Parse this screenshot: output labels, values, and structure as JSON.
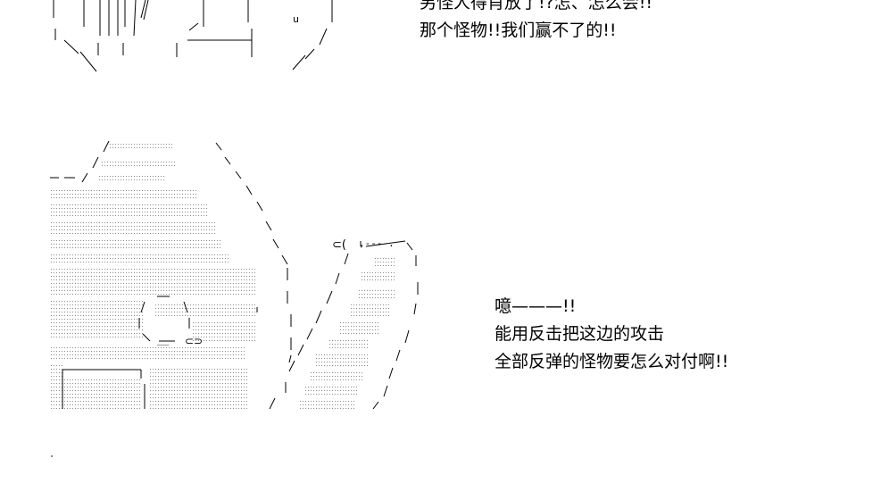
{
  "dialogue_top": {
    "lines": [
      "另怪人得肖放了!?怎、怎么会!!",
      "那个怪物!!我们赢不了的!!"
    ]
  },
  "dialogue_bottom": {
    "lines": [
      "噫———!!",
      "能用反击把这边的攻击",
      "全部反弹的怪物要怎么对付啊!!"
    ]
  },
  "art_glyphs": {
    "u_mark": "u",
    "c_mark_1": "⊂(",
    "c_mark_2": "⊂⊃",
    "dashes": ",----.",
    "underscore": "__"
  },
  "colors": {
    "ink": "#000000",
    "paper": "#ffffff",
    "dots": "#8a8a8a"
  }
}
